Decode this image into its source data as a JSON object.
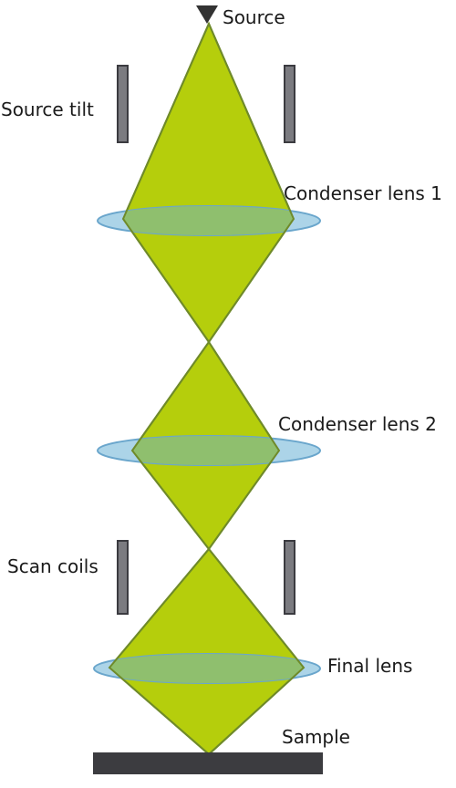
{
  "labels": {
    "source": "Source",
    "source_tilt": "Source tilt",
    "condenser_lens_1": "Condenser lens 1",
    "condenser_lens_2": "Condenser lens 2",
    "scan_coils": "Scan coils",
    "final_lens": "Final lens",
    "sample": "Sample"
  },
  "colors": {
    "beam_fill": "#b5ce0c",
    "beam_stroke": "#6f8a2a",
    "lens_fill": "#acd4e8",
    "lens_stroke": "#6aa6cc",
    "lens_overlap": "#8fbf6e",
    "coil_fill": "#7b7b80",
    "coil_stroke": "#3b3b40",
    "sample_fill": "#3c3c40",
    "source_marker": "#333333"
  },
  "icons": {
    "source": "down-triangle-marker"
  }
}
